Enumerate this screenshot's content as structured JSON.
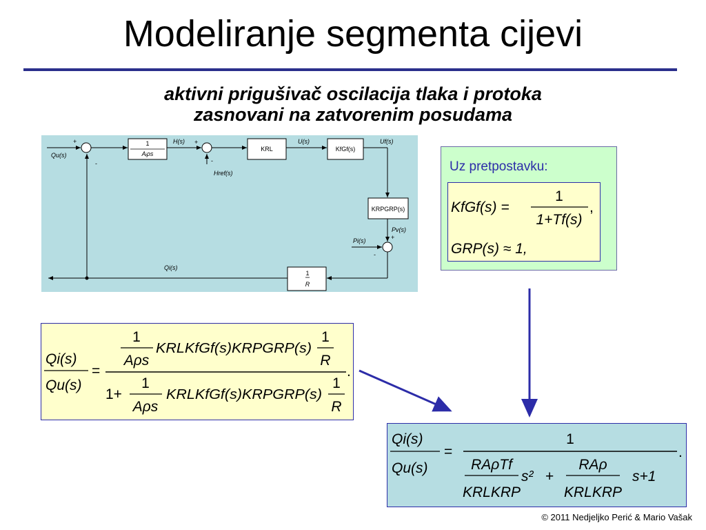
{
  "slide": {
    "title": "Modeliranje segmenta cijevi",
    "subtitle_line1": "aktivni prigušivač oscilacija tlaka i protoka",
    "subtitle_line2": "zasnovani na zatvorenim posudama",
    "footer": "© 2011 Nedjeljko Perić & Mario Vašak"
  },
  "diagram": {
    "blocks": {
      "integrator_num": "1",
      "integrator_den": "Aᵢρs",
      "k_rl": "KRL",
      "kf_gf": "KfGf(s)",
      "krp_grp": "KRPGRP(s)",
      "r_num": "1",
      "r_den": "R"
    },
    "signals": {
      "qu": "Qu(s)",
      "h": "H(s)",
      "u": "U(s)",
      "uf": "Uf(s)",
      "href": "Href(s)",
      "pv": "Pv(s)",
      "pi": "Pi(s)",
      "qi": "Qi(s)"
    },
    "signs": {
      "plus": "+",
      "minus": "-"
    }
  },
  "assumption": {
    "label": "Uz pretpostavku:",
    "eq1_lhs": "KfGf(s) =",
    "eq1_num": "1",
    "eq1_den": "1+Tf(s)",
    "eq1_comma": ",",
    "eq2": "GRP(s) ≈ 1,"
  },
  "formula1": {
    "lhs_num": "Qi(s)",
    "lhs_den": "Qu(s)",
    "equals": "=",
    "num_frac_num": "1",
    "num_frac_den": "Aρs",
    "num_middle": "KRLKfGf(s)KRPGRP(s)",
    "num_frac2_num": "1",
    "num_frac2_den": "R",
    "den_one_plus": "1+",
    "den_frac_num": "1",
    "den_frac_den": "Aρs",
    "den_middle": "KRLKfGf(s)KRPGRP(s)",
    "den_frac2_num": "1",
    "den_frac2_den": "R",
    "period": "."
  },
  "formula2": {
    "lhs_num": "Qi(s)",
    "lhs_den": "Qu(s)",
    "equals": "=",
    "num": "1",
    "t1_num": "RAρTf",
    "t1_den": "KRLKRP",
    "s2": "s²",
    "plus": "+",
    "t2_num": "RAρ",
    "t2_den": "KRLKRP",
    "s_plus_one": "s+1",
    "period": "."
  },
  "colors": {
    "title_rule": "#2b2f8c",
    "diagram_bg": "#b6dde2",
    "yellow_box": "#ffffcc",
    "green_box": "#ccffcc",
    "arrow": "#2c2ca8",
    "label_blue": "#2c2ca8"
  }
}
